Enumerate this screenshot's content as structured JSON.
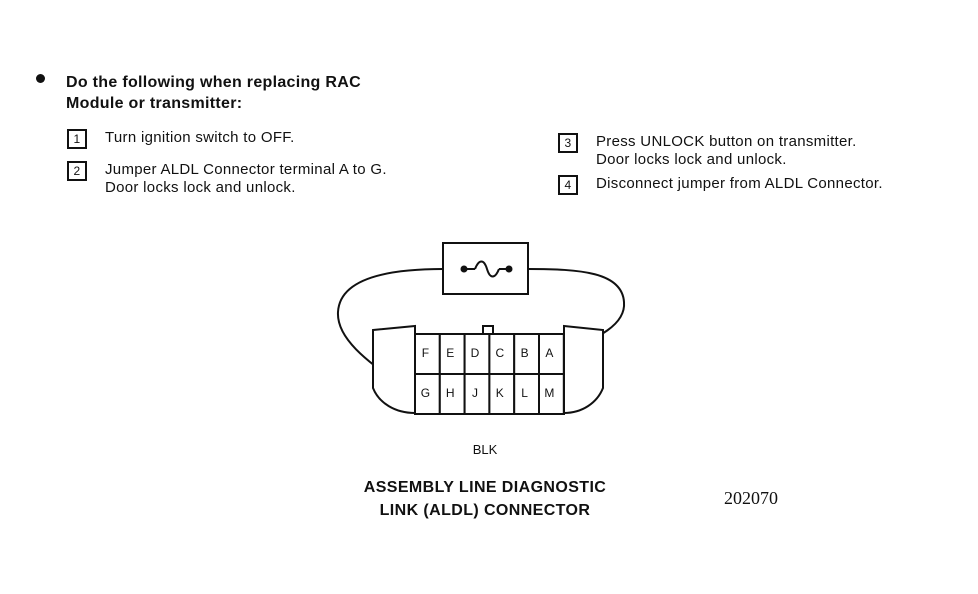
{
  "instructions": {
    "heading_line1": "Do the following when replacing RAC",
    "heading_line2": "Module or transmitter:",
    "steps": [
      {
        "num": "1",
        "line1": "Turn ignition switch to OFF.",
        "line2": ""
      },
      {
        "num": "2",
        "line1": "Jumper ALDL Connector terminal A to G.",
        "line2": "Door locks lock and unlock."
      },
      {
        "num": "3",
        "line1": "Press UNLOCK button on transmitter.",
        "line2": "Door locks lock and unlock."
      },
      {
        "num": "4",
        "line1": "Disconnect jumper from ALDL Connector.",
        "line2": ""
      }
    ]
  },
  "connector": {
    "top_row": [
      "F",
      "E",
      "D",
      "C",
      "B",
      "A"
    ],
    "bottom_row": [
      "G",
      "H",
      "J",
      "K",
      "L",
      "M"
    ],
    "color_label": "BLK"
  },
  "caption": {
    "line1": "ASSEMBLY LINE DIAGNOSTIC",
    "line2": "LINK (ALDL) CONNECTOR"
  },
  "figure_number": "202070"
}
